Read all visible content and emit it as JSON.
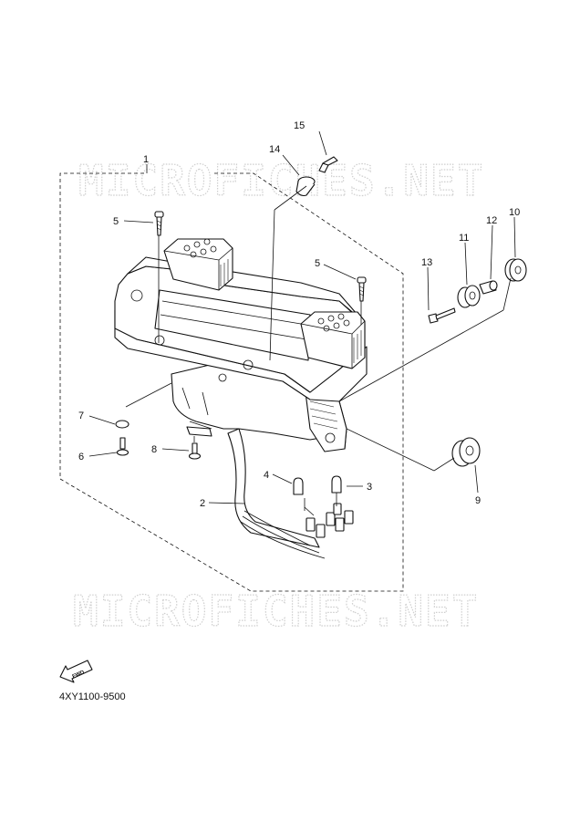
{
  "watermark": {
    "text_top": "MICROFICHES.NET",
    "text_bottom": "MICROFICHES.NET"
  },
  "callouts": [
    {
      "id": "callout-1",
      "label": "1"
    },
    {
      "id": "callout-2",
      "label": "2"
    },
    {
      "id": "callout-3",
      "label": "3"
    },
    {
      "id": "callout-4",
      "label": "4"
    },
    {
      "id": "callout-5a",
      "label": "5"
    },
    {
      "id": "callout-5b",
      "label": "5"
    },
    {
      "id": "callout-6",
      "label": "6"
    },
    {
      "id": "callout-7",
      "label": "7"
    },
    {
      "id": "callout-8",
      "label": "8"
    },
    {
      "id": "callout-9",
      "label": "9"
    },
    {
      "id": "callout-10",
      "label": "10"
    },
    {
      "id": "callout-11",
      "label": "11"
    },
    {
      "id": "callout-12",
      "label": "12"
    },
    {
      "id": "callout-13",
      "label": "13"
    },
    {
      "id": "callout-14",
      "label": "14"
    },
    {
      "id": "callout-15",
      "label": "15"
    }
  ],
  "fwd_badge": {
    "text": "FWD"
  },
  "diagram_code": "4XY1100-9500"
}
